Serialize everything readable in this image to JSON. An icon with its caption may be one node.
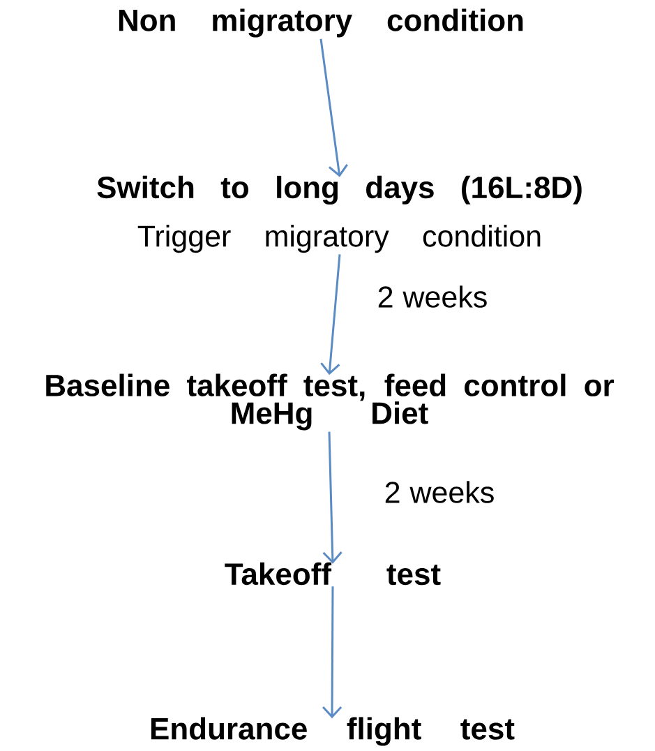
{
  "diagram": {
    "nodes": [
      {
        "text": [
          "Non migratory condition"
        ]
      },
      {
        "text": [
          "Switch to long days (16L:8D)",
          "Trigger migratory condition"
        ]
      },
      {
        "text": [
          "Baseline takeoff test, feed control or MeHg Diet"
        ]
      },
      {
        "text": [
          "Takeoff test"
        ]
      },
      {
        "text": [
          "Endurance flight test"
        ]
      }
    ],
    "edges": [
      {
        "from": 0,
        "to": 1,
        "arrow": "to"
      },
      {
        "from": 1,
        "to": 2,
        "arrow": "to",
        "label": "2 weeks"
      },
      {
        "from": 2,
        "to": 3,
        "arrow": "to",
        "label": "2 weeks"
      },
      {
        "from": 3,
        "to": 4,
        "arrow": "to"
      }
    ]
  }
}
